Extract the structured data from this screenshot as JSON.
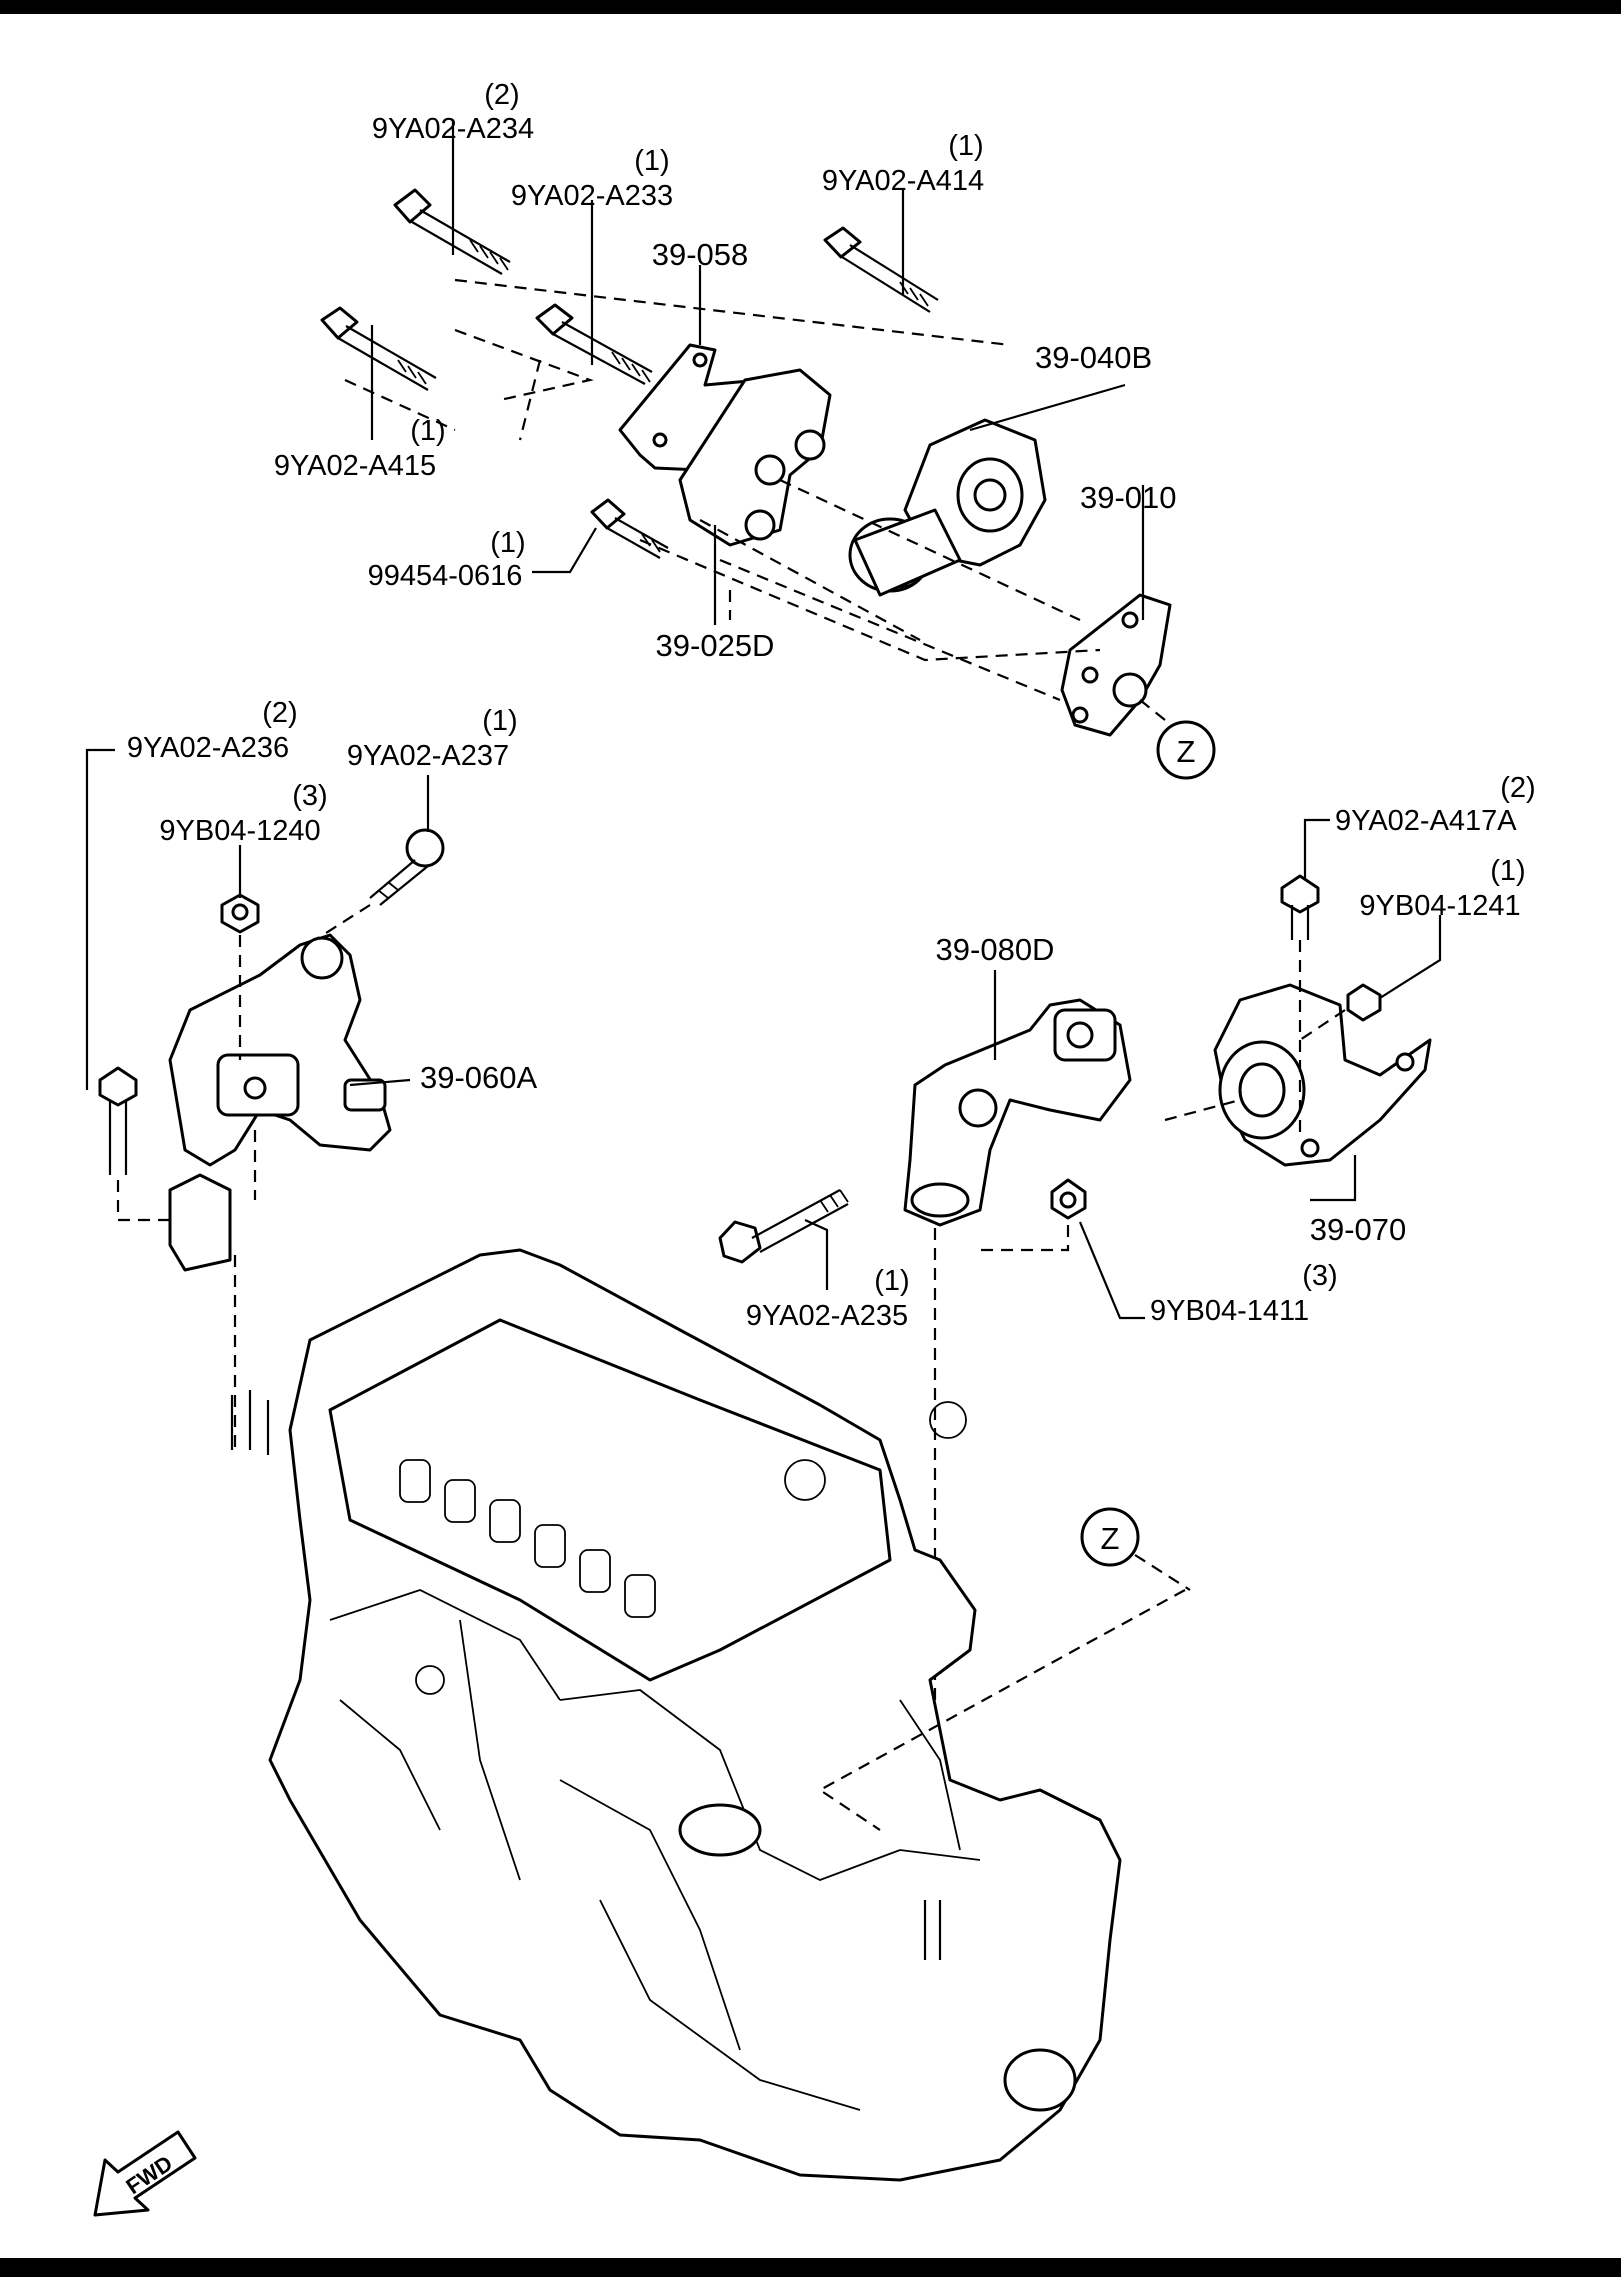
{
  "callouts": {
    "c_9YA02_A234": {
      "part": "9YA02-A234",
      "qty": "(2)"
    },
    "c_9YA02_A233": {
      "part": "9YA02-A233",
      "qty": "(1)"
    },
    "c_9YA02_A414": {
      "part": "9YA02-A414",
      "qty": "(1)"
    },
    "c_39_058": {
      "part": "39-058"
    },
    "c_39_040B": {
      "part": "39-040B"
    },
    "c_9YA02_A415": {
      "part": "9YA02-A415",
      "qty": "(1)"
    },
    "c_39_010": {
      "part": "39-010"
    },
    "c_99454_0616": {
      "part": "99454-0616",
      "qty": "(1)"
    },
    "c_39_025D": {
      "part": "39-025D"
    },
    "c_9YA02_A236": {
      "part": "9YA02-A236",
      "qty": "(2)"
    },
    "c_9YA02_A237": {
      "part": "9YA02-A237",
      "qty": "(1)"
    },
    "c_9YB04_1240": {
      "part": "9YB04-1240",
      "qty": "(3)"
    },
    "c_39_060A": {
      "part": "39-060A"
    },
    "c_9YA02_A417A": {
      "part": "9YA02-A417A",
      "qty": "(2)"
    },
    "c_9YB04_1241": {
      "part": "9YB04-1241",
      "qty": "(1)"
    },
    "c_39_080D": {
      "part": "39-080D"
    },
    "c_39_070": {
      "part": "39-070"
    },
    "c_9YA02_A235": {
      "part": "9YA02-A235",
      "qty": "(1)"
    },
    "c_9YB04_1411": {
      "part": "9YB04-1411",
      "qty": "(3)"
    }
  },
  "connectors": {
    "top": "Z",
    "bottom": "Z"
  },
  "direction": "FWD",
  "icons": [
    "fwd-arrow-icon"
  ]
}
